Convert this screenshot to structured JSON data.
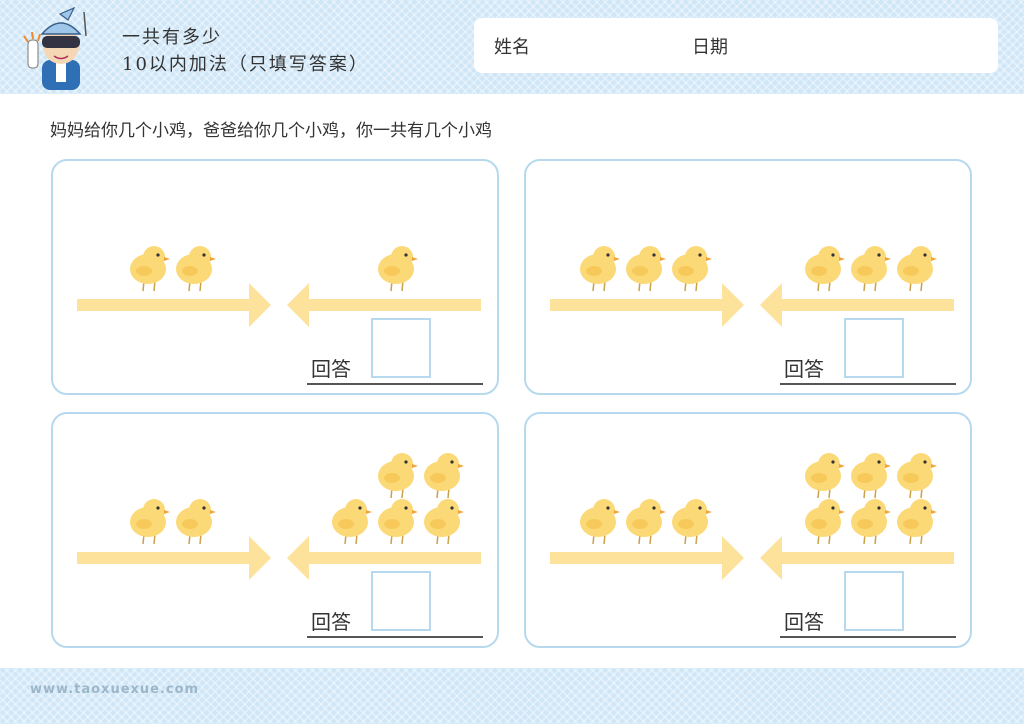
{
  "header": {
    "title_line1": "一共有多少",
    "title_line2": "10以内加法（只填写答案）",
    "name_label": "姓名",
    "date_label": "日期"
  },
  "instruction": "妈妈给你几个小鸡，爸爸给你几个小鸡，你一共有几个小鸡",
  "answer_label": "回答",
  "problems": [
    {
      "left_count": 2,
      "right_count": 1,
      "answer": ""
    },
    {
      "left_count": 3,
      "right_count": 3,
      "answer": ""
    },
    {
      "left_count": 2,
      "right_count": 5,
      "answer": ""
    },
    {
      "left_count": 3,
      "right_count": 6,
      "answer": ""
    }
  ],
  "colors": {
    "band": "#cfe6f7",
    "panel_border": "#b6d9ee",
    "arrow": "#fce29a",
    "chick": "#fcd977"
  },
  "footer": {
    "website": "www.taoxuexue.com"
  }
}
